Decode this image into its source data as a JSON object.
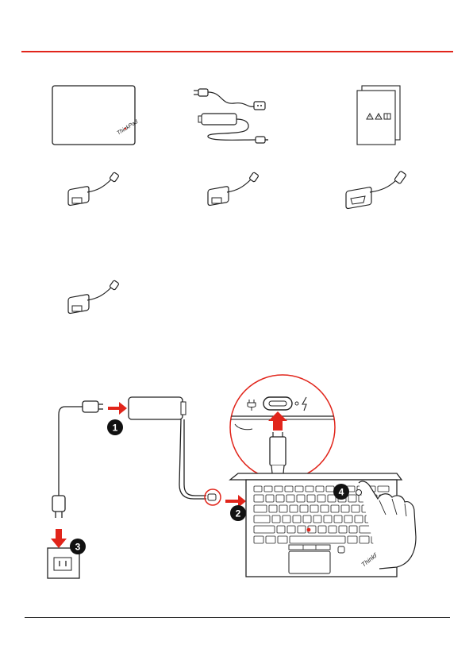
{
  "colors": {
    "accent_red": "#e1251b",
    "line_dark": "#222222",
    "badge_black": "#111111"
  },
  "laptop_logo": "ThinkPad",
  "steps": [
    {
      "number": "1"
    },
    {
      "number": "2"
    },
    {
      "number": "3"
    },
    {
      "number": "4"
    }
  ],
  "icons": [
    "laptop-icon",
    "ac-power-adapter-icon",
    "documentation-icon",
    "usb-c-to-ethernet-adapter-icon",
    "usb-c-to-rj45-adapter-icon",
    "usb-c-to-hdmi-adapter-icon",
    "usb-c-adapter-icon"
  ]
}
